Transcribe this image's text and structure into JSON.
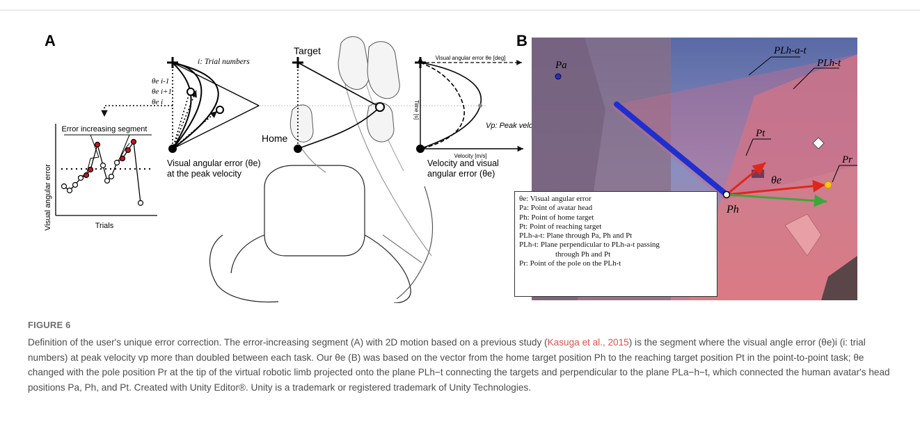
{
  "panel_a": {
    "label": "A",
    "trial_numbers_text": "i: Trial numbers",
    "target_label": "Target",
    "home_label": "Home",
    "theta_labels": [
      "θe i-1",
      "θe i+1",
      "θe i"
    ],
    "error_increasing_label": "Error increasing segment",
    "y_axis_label": "Visual angular error",
    "x_axis_label": "Trials",
    "peak_caption_line1": "Visual angular error (θe)",
    "peak_caption_line2": "at the peak velocity",
    "vel_axis_top": "Visual angular error θe [deg]",
    "vel_axis_time": "Time [s]",
    "vel_axis_x": "Velocity [m/s]",
    "peak_velocity_label": "Vp: Peak velocity",
    "vel_caption_line1": "Velocity and visual",
    "vel_caption_line2": "angular error (θe)"
  },
  "panel_b": {
    "label": "B",
    "labels": {
      "pa": "Pa",
      "pl_hat": "PLh-a-t",
      "pl_ht": "PLh-t",
      "pt": "Pt",
      "pr": "Pr",
      "theta": "θe",
      "ph": "Ph"
    },
    "legend": [
      "θe: Visual angular error",
      "Pa: Point of avatar head",
      "Ph: Point of home target",
      "Pt: Point of reaching target",
      "PLh-a-t: Plane through Pa, Ph and Pt",
      "PLh-t: Plane perpendicular to PLh-a-t passing",
      "through Ph and Pt",
      "Pr: Point of the pole on the PLh-t"
    ]
  },
  "caption": {
    "title": "FIGURE 6",
    "text_before_cite": "Definition of the user's unique error correction. The error-increasing segment (A) with 2D motion based on a previous study (",
    "cite": "Kasuga et al., 2015",
    "text_after_cite": ") is the segment where the visual angle error (θe)i (i: trial numbers) at peak velocity vp more than doubled between each task. Our θe (B) was based on the vector from the home target position Ph to the reaching target position Pt in the point-to-point task; θe changed with the pole position Pr at the tip of the virtual robotic limb projected onto the plane PLh−t connecting the targets and perpendicular to the plane PLa−h−t, which connected the human avatar's head positions Pa, Ph, and Pt. Created with Unity Editor®. Unity is a trademark or registered trademark of Unity Technologies."
  },
  "colors": {
    "pole_blue": "#1f2fcf",
    "arrow_red": "#e0261b",
    "arrow_green": "#3aa83a",
    "marker_red": "#d0141c",
    "pink_plane": "#e87c86",
    "cite": "#d9534f"
  }
}
